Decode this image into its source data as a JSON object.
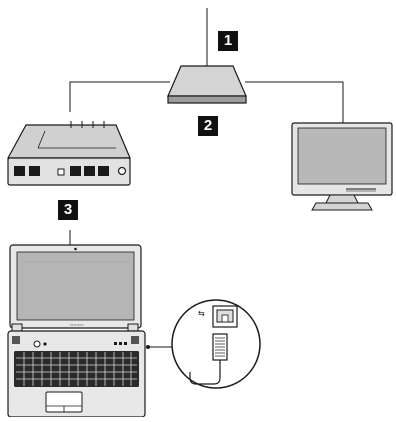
{
  "callouts": {
    "c1": "1",
    "c2": "2",
    "c3": "3"
  },
  "laptop": {
    "brand": "lenovo"
  },
  "colors": {
    "outline": "#1a1a1a",
    "device_fill": "#d4d4d4",
    "screen_fill": "#b5b5b5",
    "callout_bg": "#111111",
    "callout_text": "#ffffff"
  },
  "icons": {
    "network_port": "network-port-icon",
    "ethernet_plug": "ethernet-plug-icon"
  }
}
